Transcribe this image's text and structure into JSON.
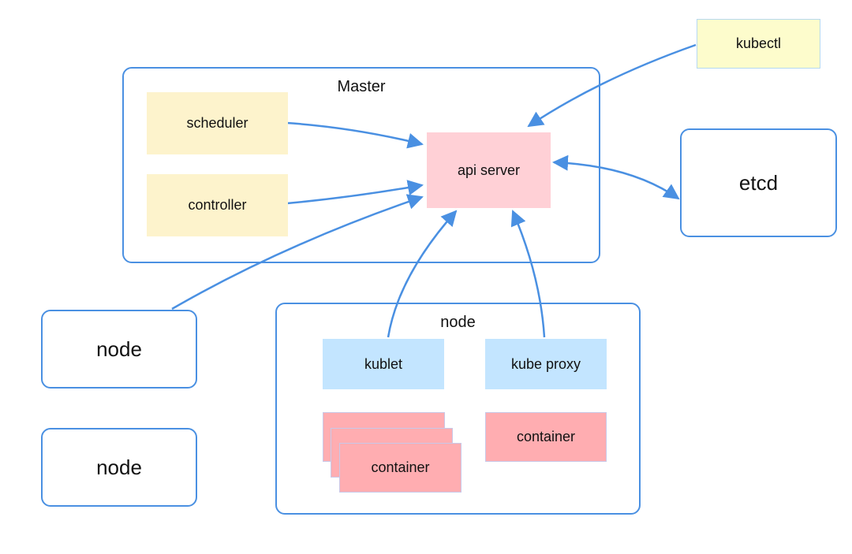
{
  "kubectl": "kubectl",
  "master": {
    "title": "Master",
    "scheduler": "scheduler",
    "controller": "controller",
    "api_server": "api server"
  },
  "etcd": "etcd",
  "worker": {
    "title": "node",
    "kublet": "kublet",
    "kube_proxy": "kube proxy",
    "container_stack": "container",
    "container": "container"
  },
  "nodes": [
    "node",
    "node"
  ],
  "colors": {
    "border": "#4a90e2",
    "arrow": "#4a90e2",
    "yellow": "#fdf3cc",
    "pink": "#ffd0d6",
    "light_blue": "#c3e5ff",
    "red": "#ffadb1"
  }
}
